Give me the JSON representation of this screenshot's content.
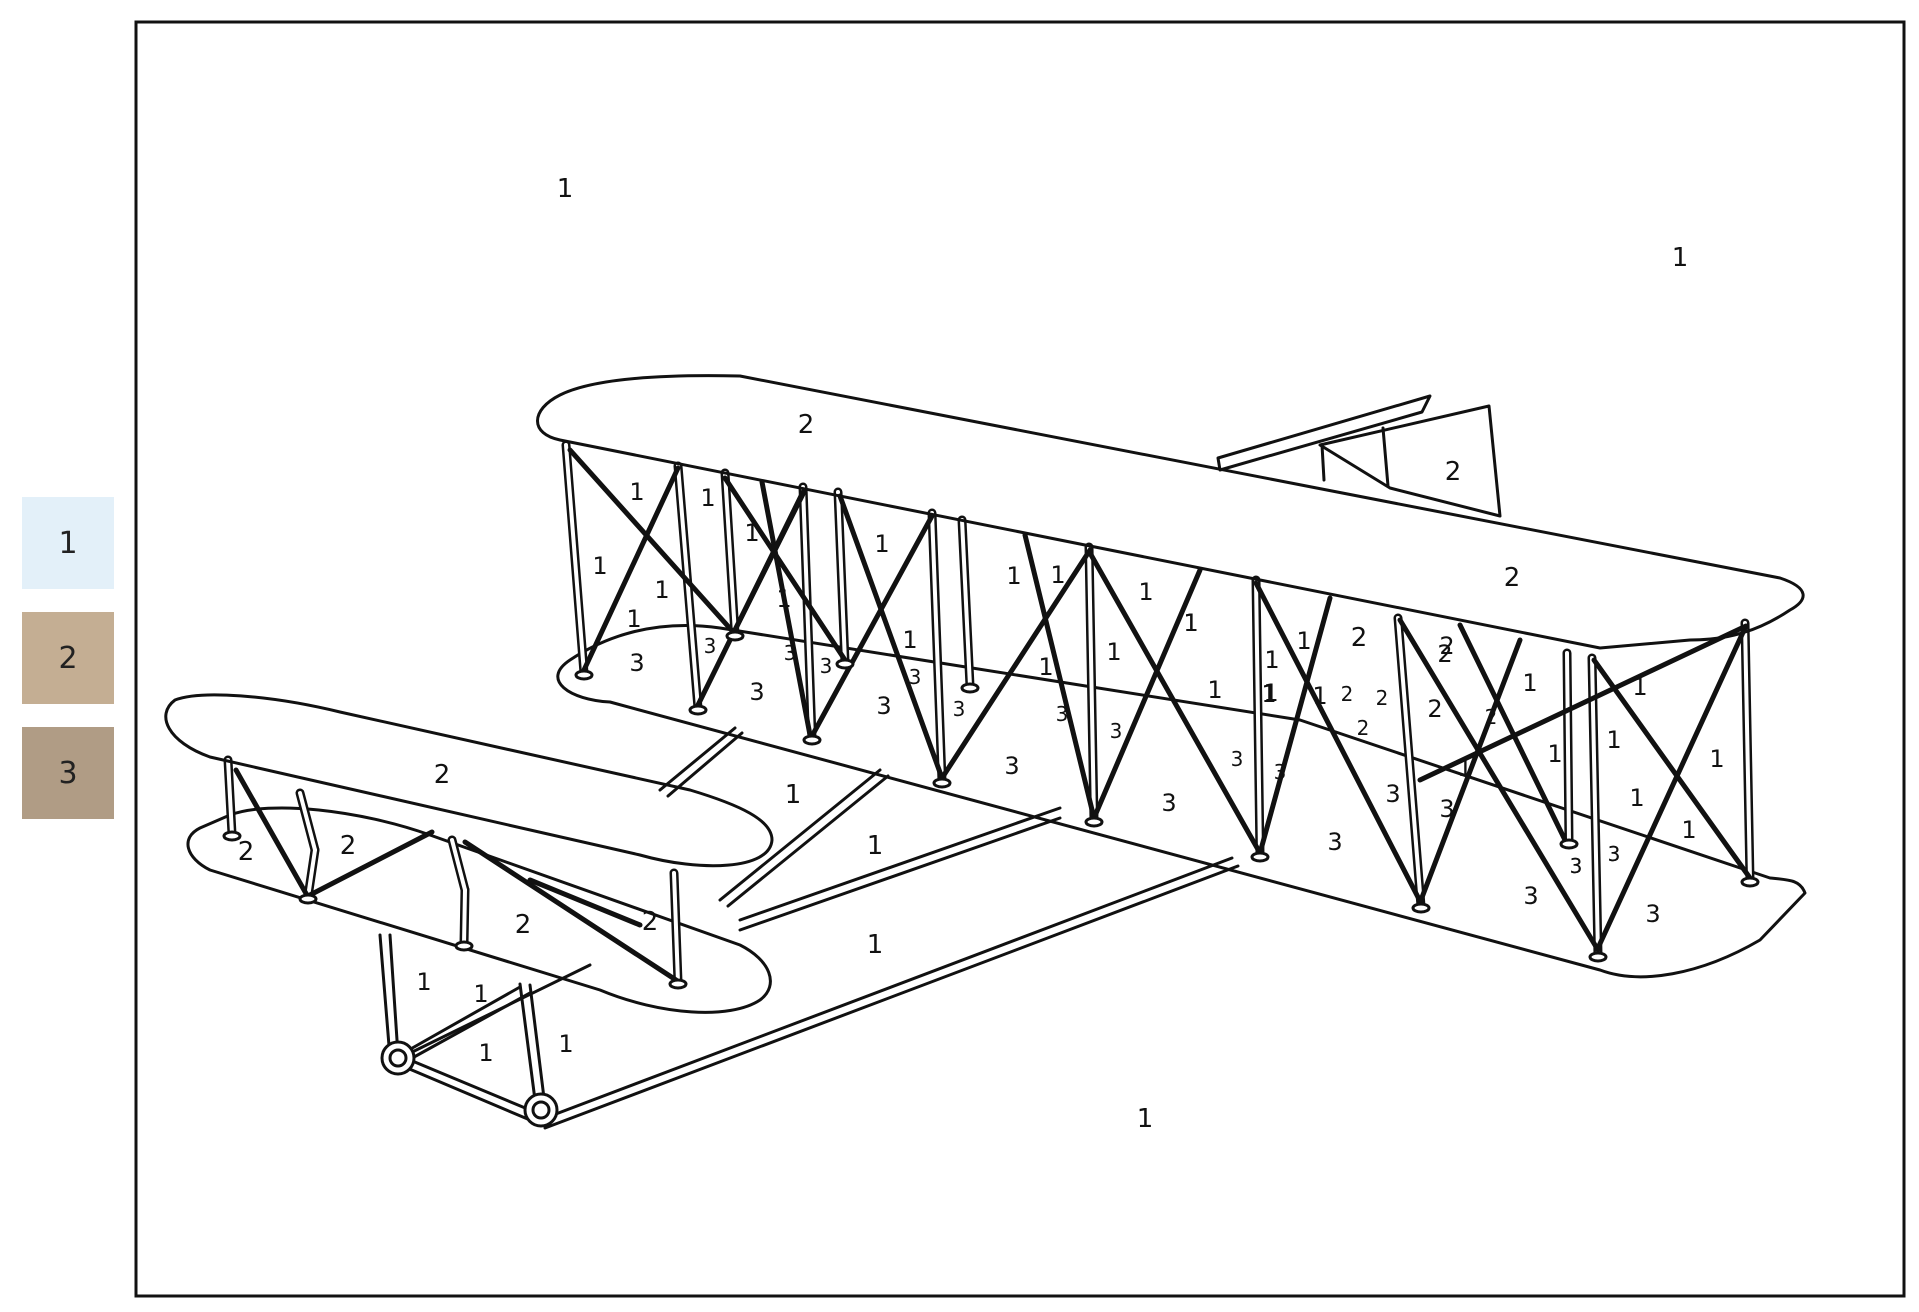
{
  "palette": [
    {
      "label": "1",
      "color": "#e3f0f9"
    },
    {
      "label": "2",
      "color": "#c4ae93"
    },
    {
      "label": "3",
      "color": "#b09c85"
    }
  ],
  "region_labels": {
    "sky_a": "1",
    "sky_b": "1",
    "ground": "1",
    "upper_wing_main": "2",
    "rudder": "2",
    "upper_wing_right": "2",
    "elevator_top": "2",
    "elevator_low_a": "2",
    "elevator_low_b": "2",
    "elevator_low_c": "2",
    "elevator_low_d": "2",
    "tail_a": "2",
    "tail_b": "2",
    "tail_c": "2",
    "tail_d": "2",
    "tail_e": "2",
    "tail_f": "2",
    "tail_g": "2",
    "tail_h": "2",
    "frame_a": "1",
    "frame_b": "1",
    "frame_c": "1",
    "skid_a": "1",
    "skid_b": "1",
    "skid_c": "1",
    "skid_d": "1",
    "bay_1a": "1",
    "bay_1b": "1",
    "bay_1c": "1",
    "bay_1d": "1",
    "bay_1e": "1",
    "bay_2a": "1",
    "bay_2b": "1",
    "bay_2c": "1",
    "bay_2d": "1",
    "bay_3a": "1",
    "bay_3b": "1",
    "bay_3c": "1",
    "bay_3d": "1",
    "bay_3e": "1",
    "bay_4a": "1",
    "bay_4b": "1",
    "bay_4c": "1",
    "bay_4d": "1",
    "bay_4e": "1",
    "bay_5a": "1",
    "bay_5b": "1",
    "bay_5c": "1",
    "bay_5d": "1",
    "bay_5e": "1",
    "bay_6a": "1",
    "bay_6b": "1",
    "bay_6c": "1",
    "bay_6d": "1",
    "bay_6e": "1",
    "bay_6f": "1",
    "low_1a": "3",
    "low_1b": "3",
    "low_2a": "3",
    "low_2b": "3",
    "low_2c": "3",
    "low_3a": "3",
    "low_3b": "3",
    "low_3c": "3",
    "low_4a": "3",
    "low_4b": "3",
    "low_4c": "3",
    "low_5a": "3",
    "low_5b": "3",
    "low_5c": "3",
    "low_6a": "3",
    "low_6b": "3",
    "low_6c": "3",
    "low_7a": "3",
    "low_7b": "3",
    "low_7c": "3",
    "low_8a": "3",
    "low_8b": "3",
    "low_8c": "3"
  }
}
